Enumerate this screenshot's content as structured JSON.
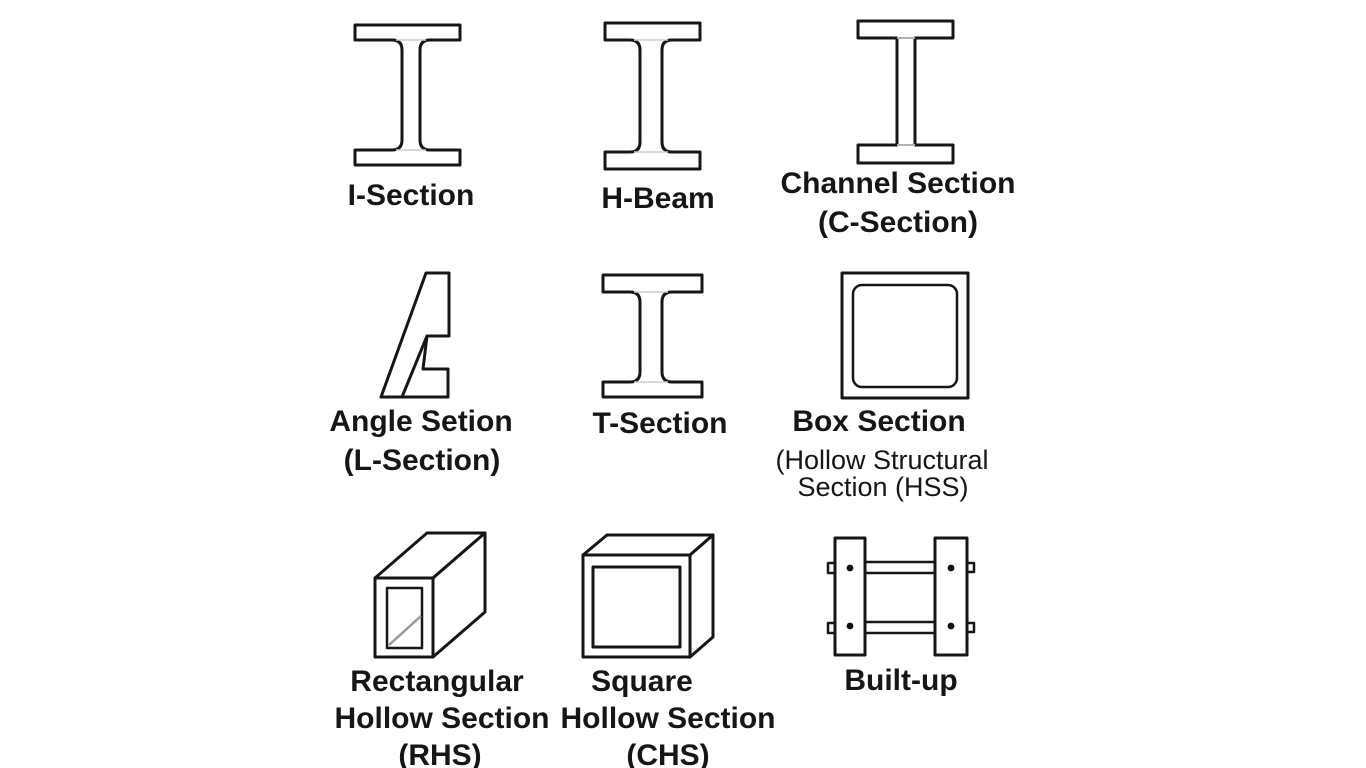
{
  "figure": {
    "colors": {
      "background": "#ffffff",
      "line": "#161616",
      "seam": "#b0b0b0",
      "weld_diagonal": "#999999",
      "bolt": "#111111",
      "text": "#161616"
    },
    "sections": [
      {
        "id": "i-section",
        "label_lines": [
          "I-Section"
        ]
      },
      {
        "id": "h-beam",
        "label_lines": [
          "H-Beam"
        ]
      },
      {
        "id": "channel-section",
        "label_lines": [
          "Channel Section",
          "(C-Section)"
        ]
      },
      {
        "id": "angle-section",
        "label_lines": [
          "Angle Setion",
          "(L-Section)"
        ]
      },
      {
        "id": "t-section",
        "label_lines": [
          "T-Section"
        ]
      },
      {
        "id": "box-section",
        "label_lines": [
          "Box Section",
          "(Hollow Structural",
          "Section (HSS)"
        ]
      },
      {
        "id": "rectangular-hollow-section",
        "label_lines": [
          "Rectangular",
          "Hollow Section",
          "(RHS)"
        ]
      },
      {
        "id": "square-hollow-section",
        "label_lines": [
          "Square",
          "Hollow Section",
          "(CHS)"
        ]
      },
      {
        "id": "built-up",
        "label_lines": [
          "Built-up"
        ]
      }
    ]
  }
}
